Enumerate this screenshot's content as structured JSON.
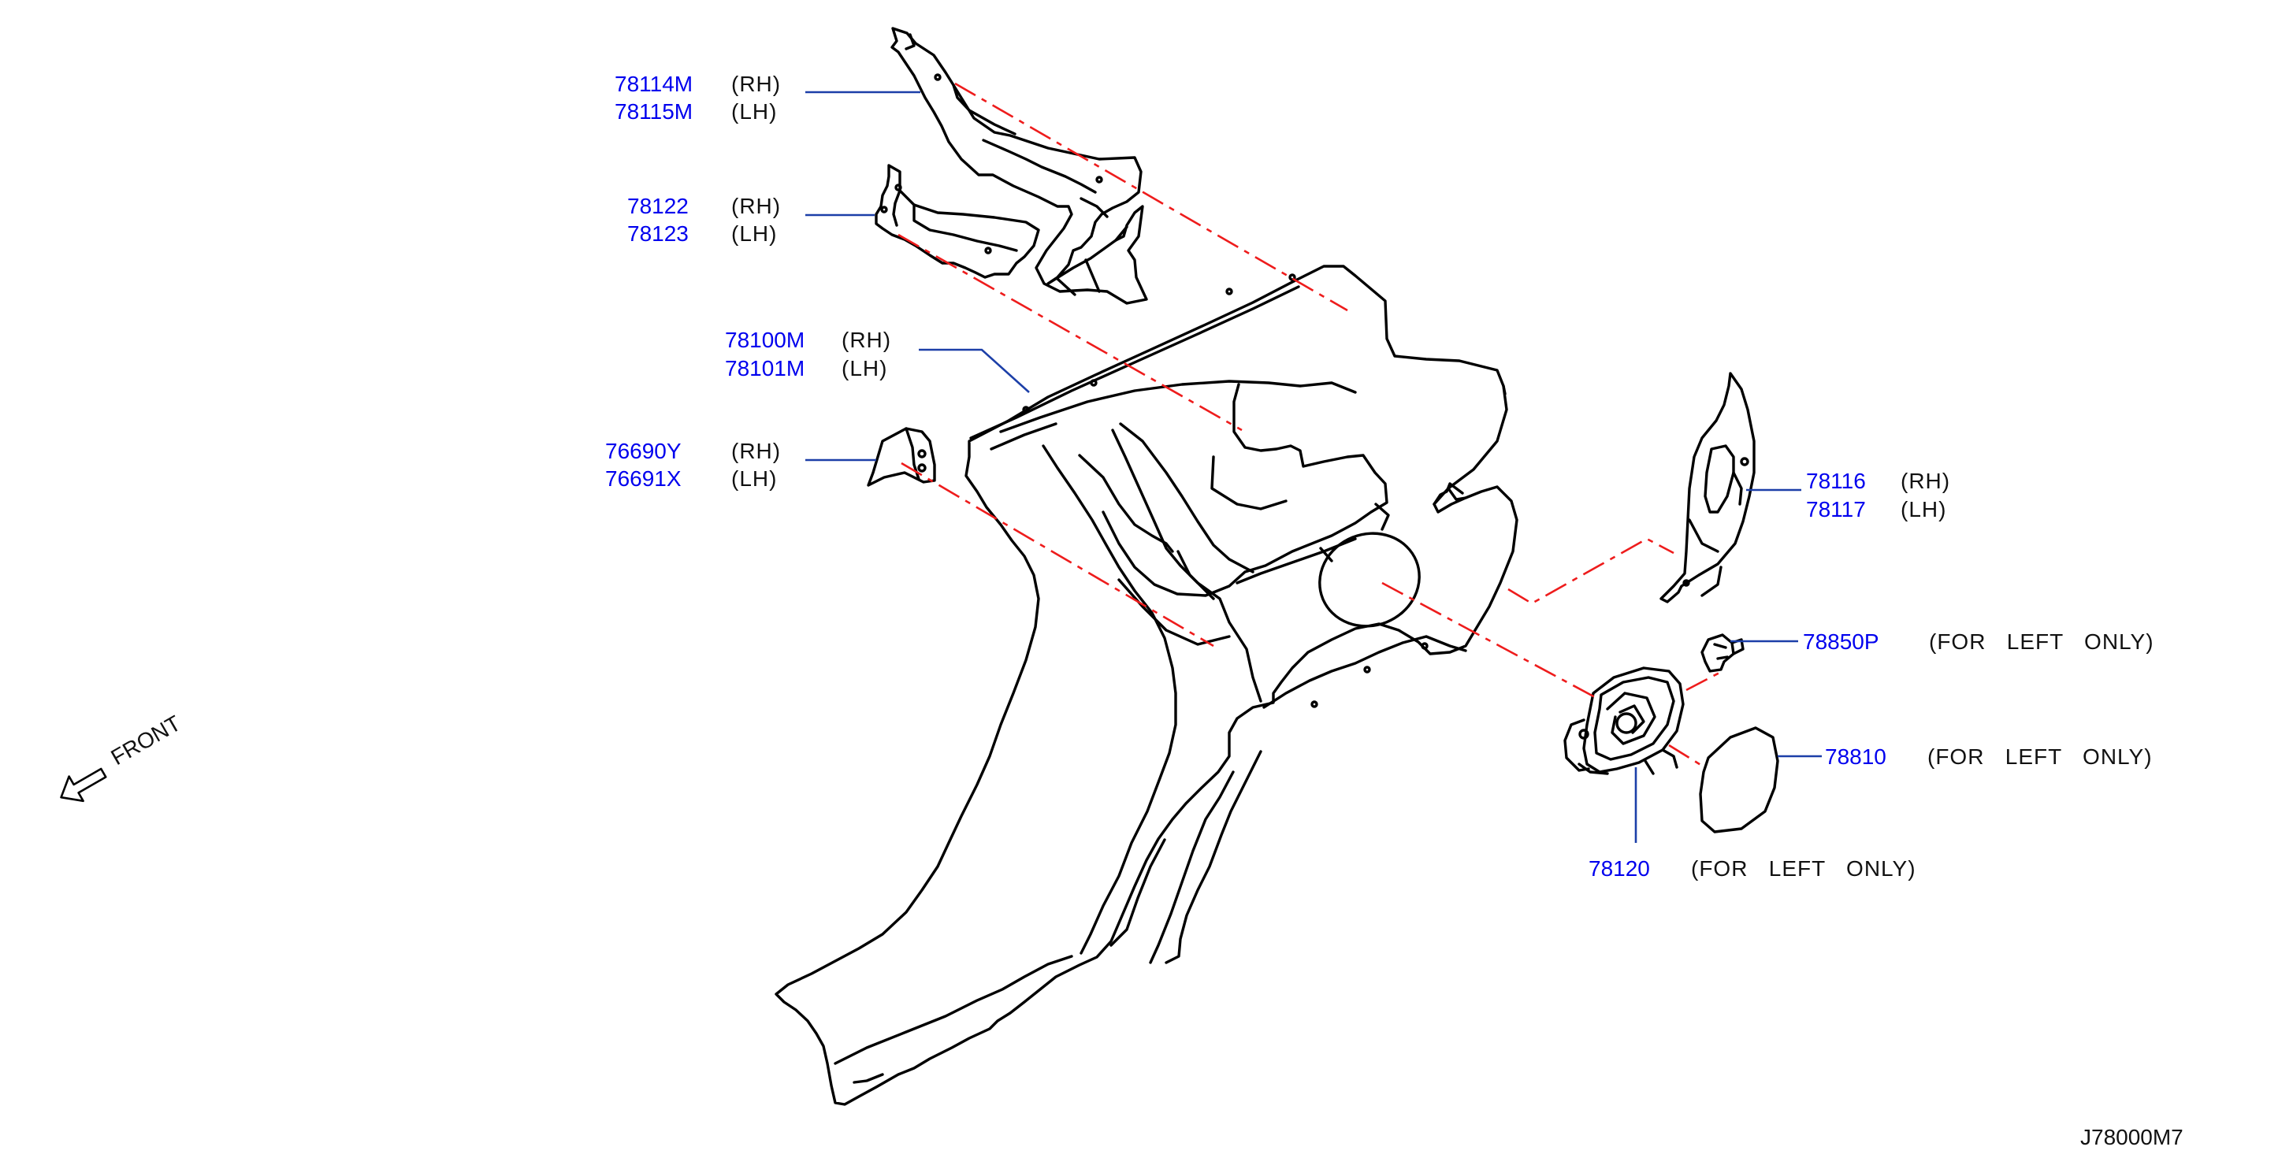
{
  "colors": {
    "part_number": "#0000ee",
    "leader": "#1c3fa8",
    "dash_line": "#ee1c1c",
    "outline": "#000000"
  },
  "callouts": [
    {
      "id": "inner-upper",
      "numbers": [
        "78114M",
        "78115M"
      ],
      "qualifiers": [
        "(RH)",
        "(LH)"
      ]
    },
    {
      "id": "bracket",
      "numbers": [
        "78122",
        "78123"
      ],
      "qualifiers": [
        "(RH)",
        "(LH)"
      ]
    },
    {
      "id": "fender-panel",
      "numbers": [
        "78100M",
        "78101M"
      ],
      "qualifiers": [
        "(RH)",
        "(LH)"
      ]
    },
    {
      "id": "gusset",
      "numbers": [
        "76690Y",
        "76691X"
      ],
      "qualifiers": [
        "(RH)",
        "(LH)"
      ]
    },
    {
      "id": "extension",
      "numbers": [
        "78116",
        "78117"
      ],
      "qualifiers": [
        "(RH)",
        "(LH)"
      ]
    },
    {
      "id": "opener",
      "numbers": [
        "78850P"
      ],
      "qualifiers": [
        "(FOR   LEFT   ONLY)"
      ]
    },
    {
      "id": "filler-lid",
      "numbers": [
        "78810"
      ],
      "qualifiers": [
        "(FOR   LEFT   ONLY)"
      ]
    },
    {
      "id": "filler-base",
      "numbers": [
        "78120"
      ],
      "qualifiers": [
        "(FOR   LEFT   ONLY)"
      ]
    }
  ],
  "front_indicator": {
    "label": "FRONT",
    "icon": "front-arrow-icon"
  },
  "diagram_code": "J78000M7"
}
